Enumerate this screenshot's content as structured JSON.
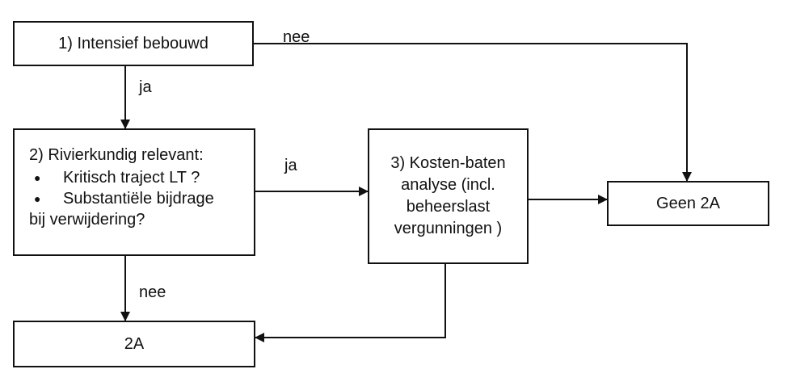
{
  "boxes": {
    "intensief": "1)  Intensief bebouwd",
    "rivierkundig": {
      "title": "2) Rivierkundig relevant:",
      "bullets": [
        "Kritisch traject LT ?",
        "Substantiële bijdrage",
        "bij verwijdering?"
      ]
    },
    "kosten": [
      "3) Kosten-baten",
      "analyse (incl.",
      "beheerslast",
      "vergunningen )"
    ],
    "geen2a": "Geen 2A",
    "twoA": "2A"
  },
  "edges": {
    "nee_top": "nee",
    "ja_down": "ja",
    "ja_right": "ja",
    "nee_down": "nee"
  }
}
